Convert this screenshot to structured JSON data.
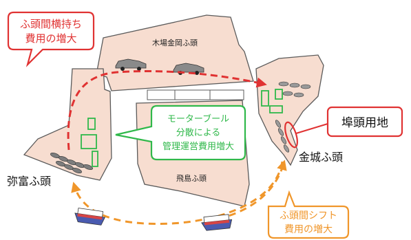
{
  "callouts": {
    "wharf_transfer": [
      "ふ頭間横持ち",
      "費用の増大"
    ],
    "motor_pool": [
      "モーターブール",
      "分散による",
      "管理運営費用増大"
    ],
    "wharf_shift": [
      "ふ頭間シフト",
      "費用の増大"
    ],
    "wharf_land": "埠頭用地"
  },
  "terminals": {
    "kiba": "木場金岡ふ頭",
    "tobishima": "飛島ふ頭",
    "yatomi": "弥富ふ頭",
    "kinjo": "金城ふ頭"
  },
  "colors": {
    "land": "#f7ddd0",
    "land_stroke": "#5a5a5a",
    "red": "#e03232",
    "green": "#2fb84a",
    "orange": "#f0962a"
  }
}
